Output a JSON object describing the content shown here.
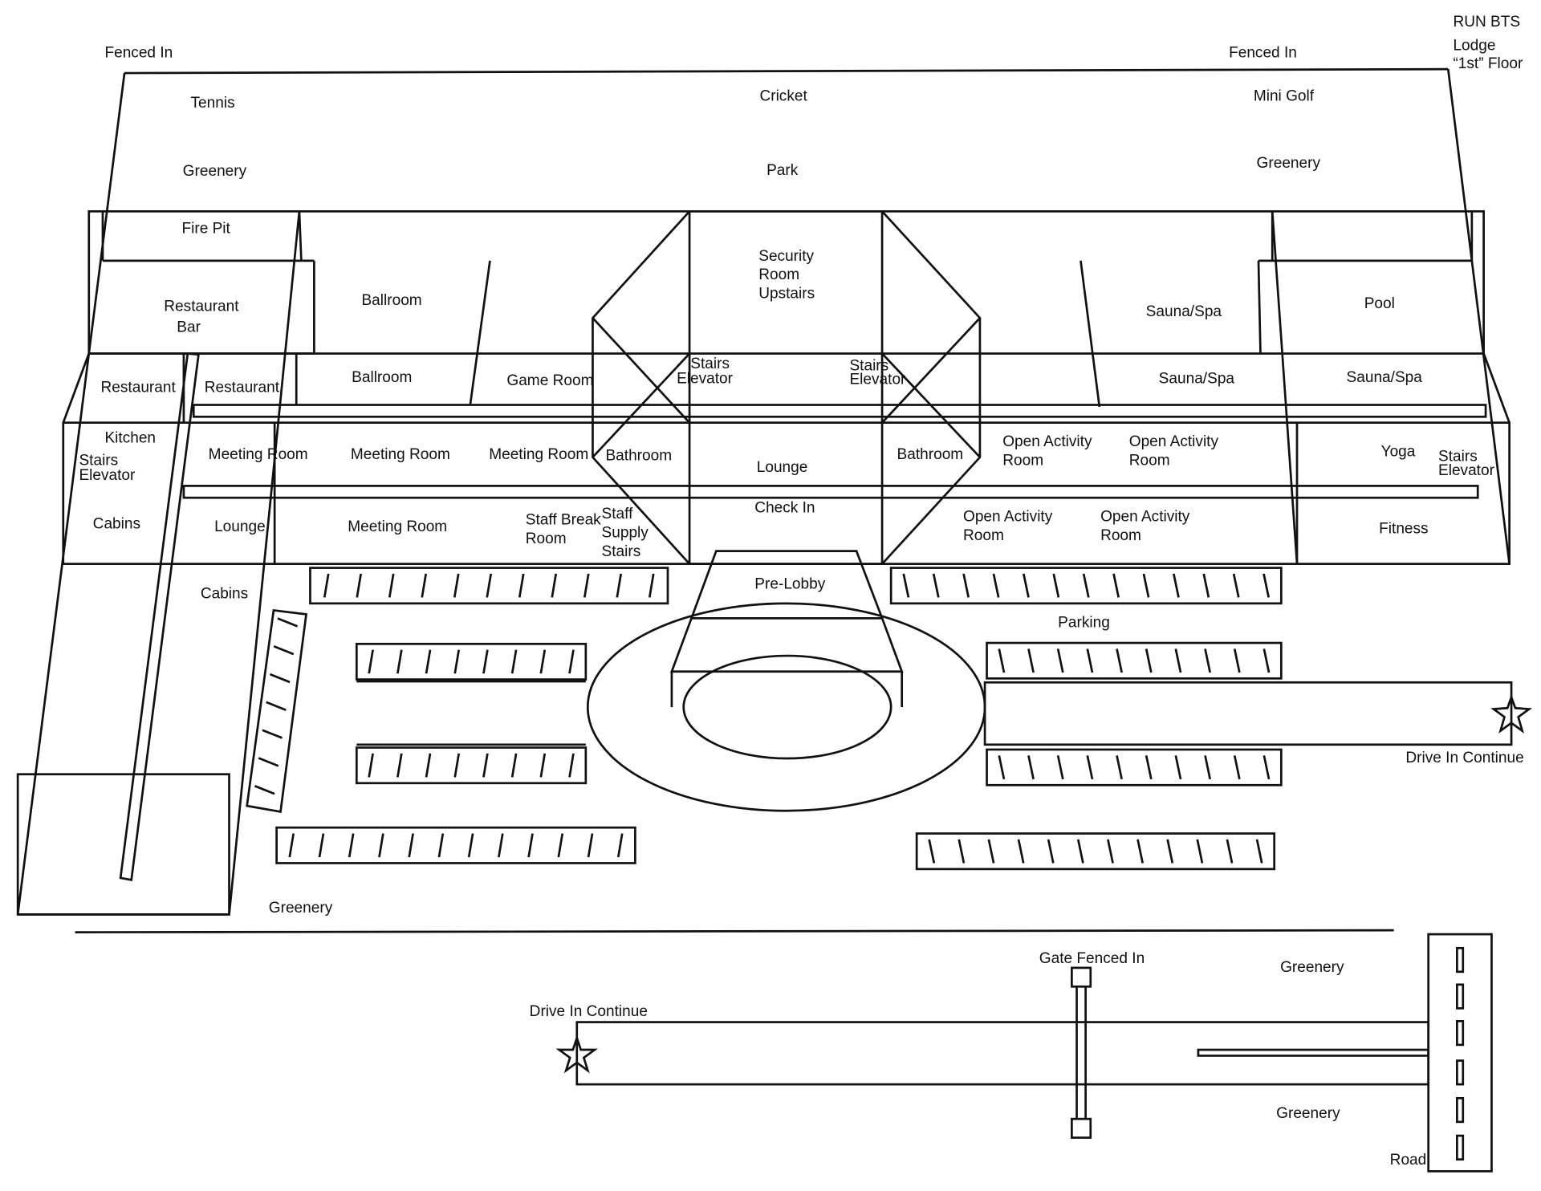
{
  "title": {
    "line1": "RUN BTS",
    "line2": "Lodge",
    "line3": "“1st” Floor"
  },
  "grounds": {
    "fenced_left": "Fenced In",
    "fenced_right": "Fenced In",
    "tennis": "Tennis",
    "cricket": "Cricket",
    "mini_golf": "Mini Golf",
    "greenery_left": "Greenery",
    "park": "Park",
    "greenery_right": "Greenery",
    "fire_pit": "Fire Pit",
    "greenery_lower": "Greenery",
    "gate_fenced_in": "Gate Fenced In",
    "greenery_gate_top": "Greenery",
    "greenery_gate_bottom": "Greenery",
    "road": "Road",
    "drive_in_left": "Drive In Continue",
    "drive_in_right": "Drive In Continue",
    "parking": "Parking",
    "pre_lobby": "Pre-Lobby"
  },
  "lodge": {
    "restaurant_bar_line1": "Restaurant",
    "restaurant_bar_line2": "Bar",
    "ballroom_top": "Ballroom",
    "security_line1": "Security",
    "security_line2": "Room",
    "security_line3": "Upstairs",
    "sauna_top": "Sauna/Spa",
    "pool": "Pool",
    "restaurant_1": "Restaurant",
    "restaurant_2": "Restaurant",
    "ballroom_2": "Ballroom",
    "game_room": "Game Room",
    "stairs_left_1": "Stairs",
    "stairs_left_2": "Elevator",
    "stairs_right_1": "Stairs",
    "stairs_right_2": "Elevator",
    "sauna_2": "Sauna/Spa",
    "sauna_3": "Sauna/Spa",
    "kitchen": "Kitchen",
    "stairs_west_1": "Stairs",
    "stairs_west_2": "Elevator",
    "meeting_1": "Meeting Room",
    "meeting_2": "Meeting Room",
    "meeting_3": "Meeting Room",
    "bathroom_left": "Bathroom",
    "lounge_center": "Lounge",
    "bathroom_right": "Bathroom",
    "open_activity_1_line1": "Open Activity",
    "open_activity_1_line2": "Room",
    "open_activity_2_line1": "Open Activity",
    "open_activity_2_line2": "Room",
    "yoga": "Yoga",
    "stairs_east_1": "Stairs",
    "stairs_east_2": "Elevator",
    "cabins_1": "Cabins",
    "lounge_left": "Lounge",
    "meeting_4": "Meeting Room",
    "staff_break_line1": "Staff Break",
    "staff_break_line2": "Room",
    "staff_supply_line1": "Staff",
    "staff_supply_line2": "Supply",
    "staff_supply_line3": "Stairs",
    "check_in": "Check In",
    "open_activity_3_line1": "Open Activity",
    "open_activity_3_line2": "Room",
    "open_activity_4_line1": "Open Activity",
    "open_activity_4_line2": "Room",
    "fitness": "Fitness",
    "cabins_2": "Cabins"
  }
}
